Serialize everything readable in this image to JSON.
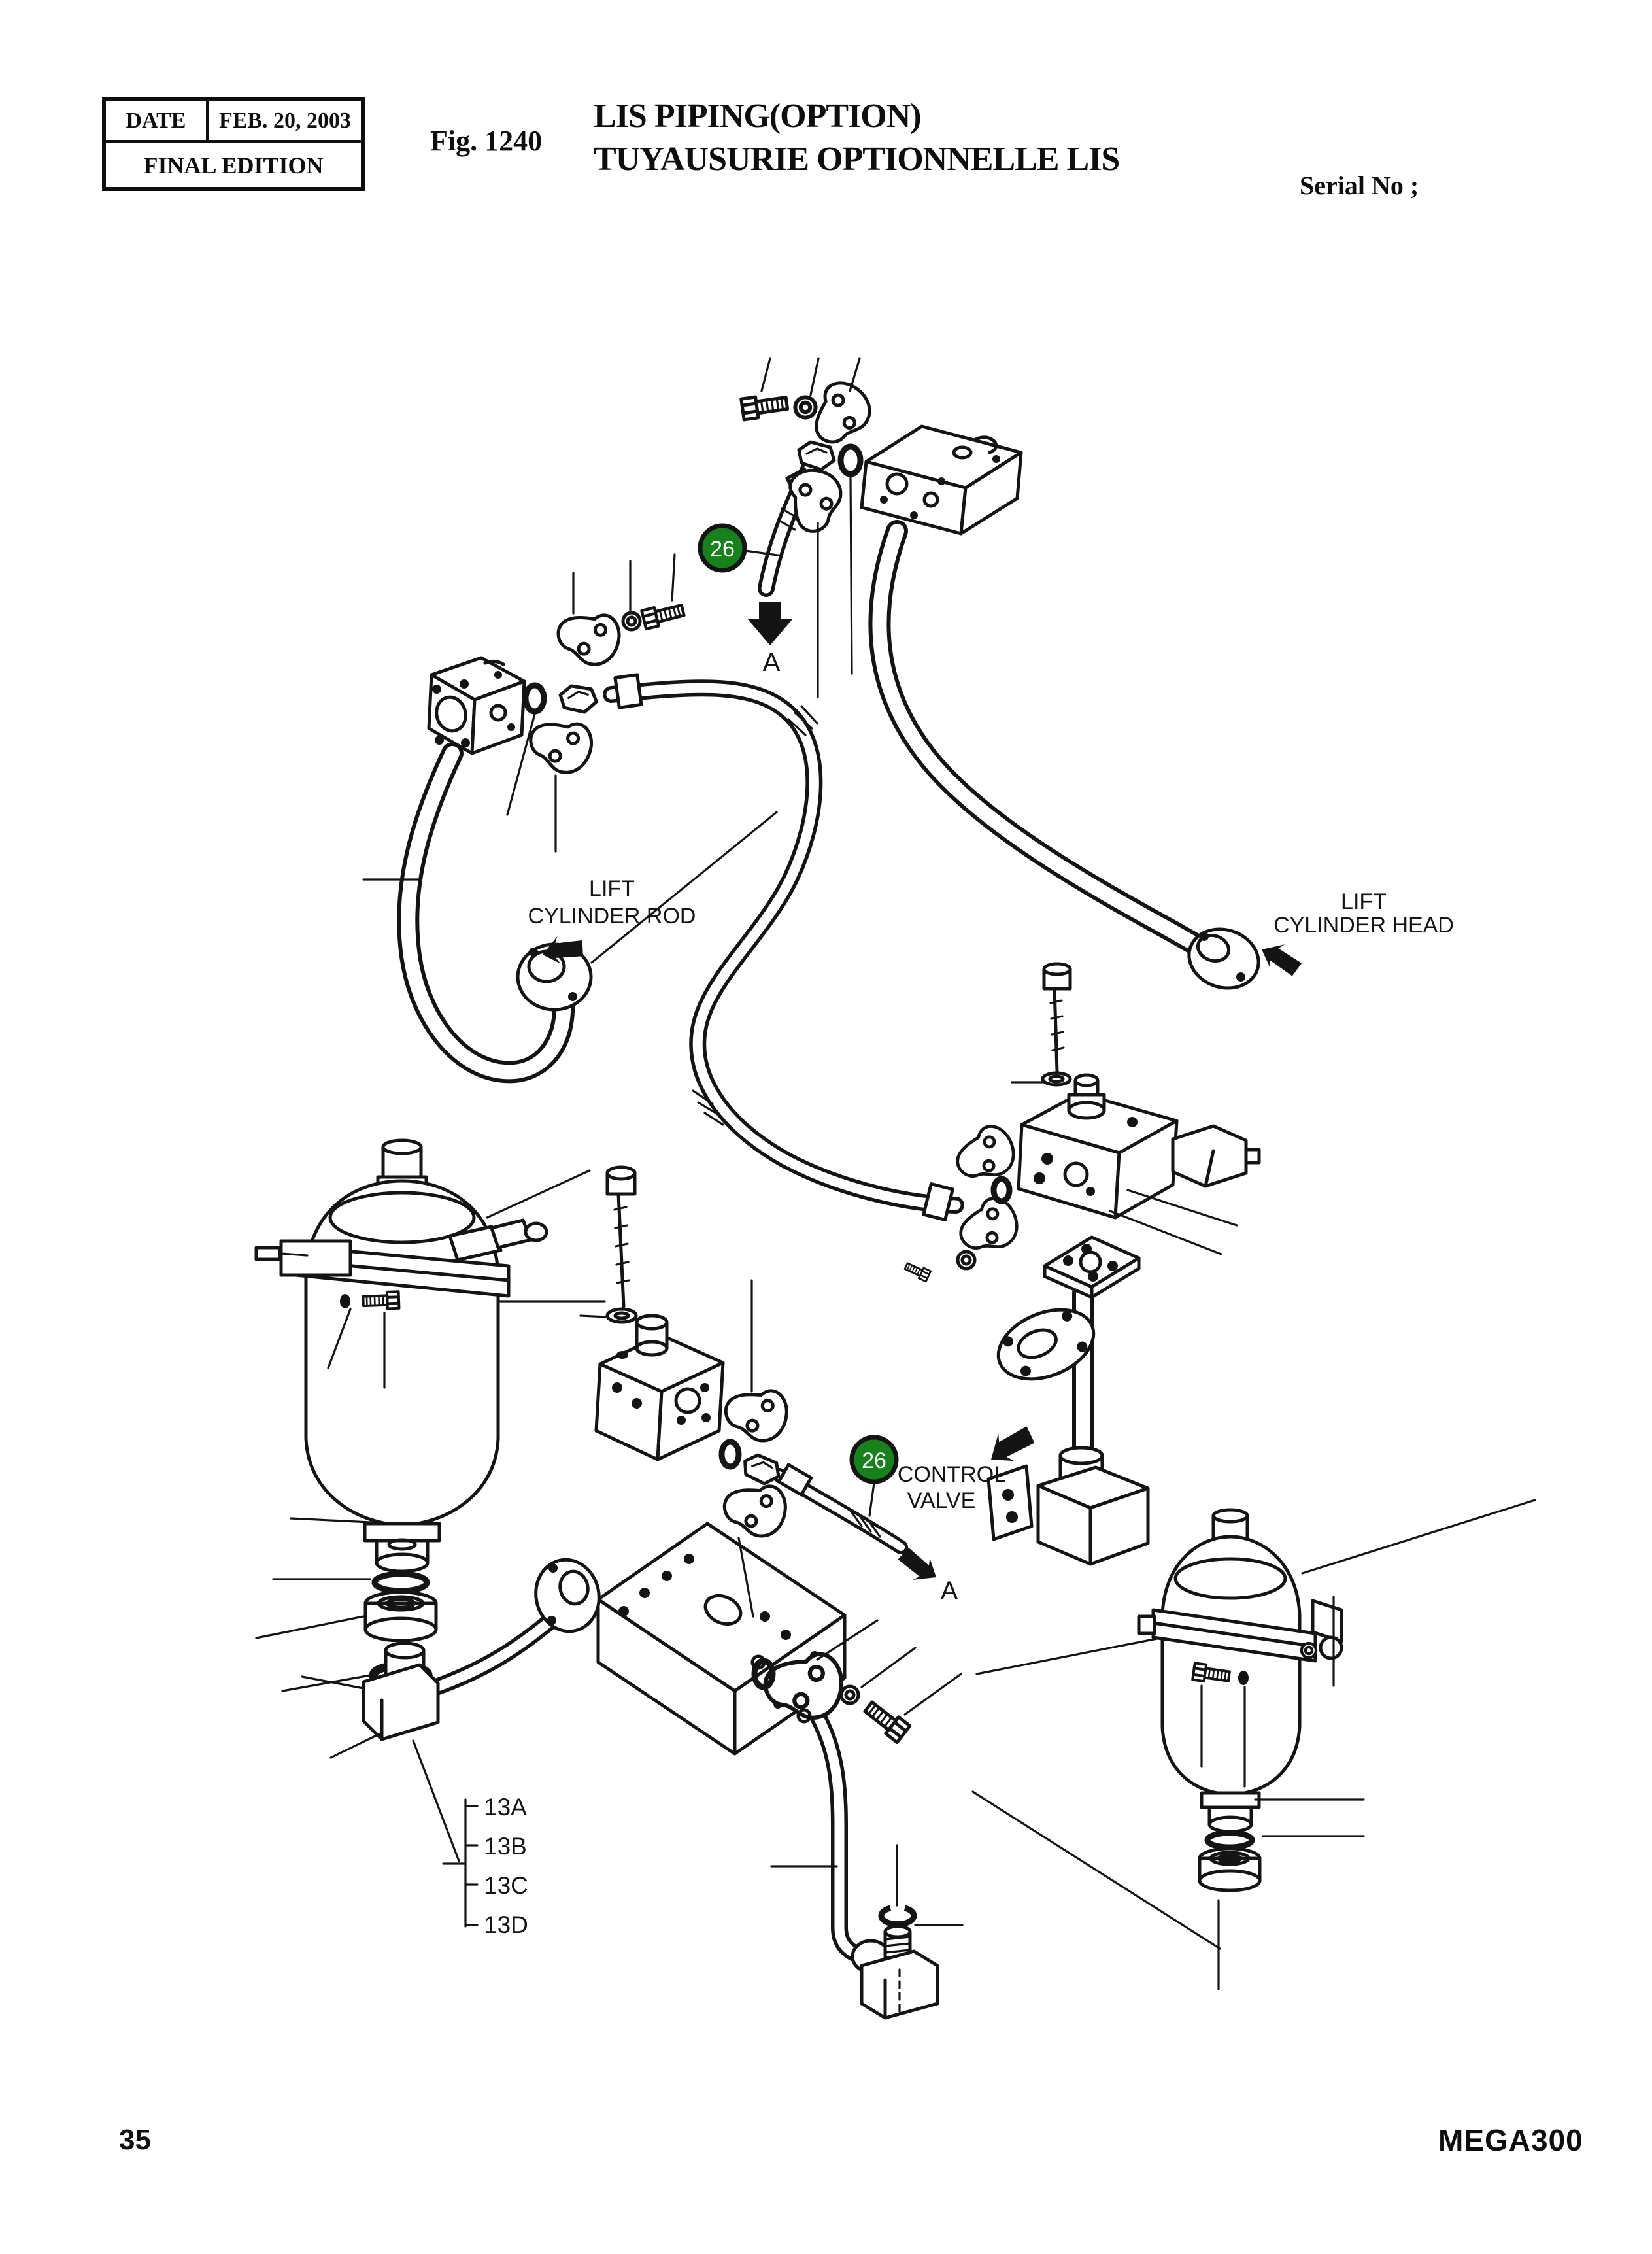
{
  "header": {
    "date_label": "DATE",
    "date_value": "FEB. 20, 2003",
    "edition": "FINAL EDITION",
    "fig_label": "Fig. 1240",
    "title_en": "LIS PIPING(OPTION)",
    "title_fr": "TUYAUSURIE OPTIONNELLE LIS",
    "serial_label": "Serial No ;"
  },
  "footer": {
    "page_number": "35",
    "model": "MEGA300"
  },
  "diagram": {
    "badge_number": "26",
    "badge_color": "#17821b",
    "line_color": "#141414",
    "labels": {
      "lift_cylinder_rod_1": "LIFT",
      "lift_cylinder_rod_2": "CYLINDER ROD",
      "lift_cylinder_head_1": "LIFT",
      "lift_cylinder_head_2": "CYLINDER HEAD",
      "control_valve_1": "CONTROL",
      "control_valve_2": "VALVE",
      "view_a": "A"
    },
    "callouts": [
      "13A",
      "13B",
      "13C",
      "13D"
    ]
  }
}
